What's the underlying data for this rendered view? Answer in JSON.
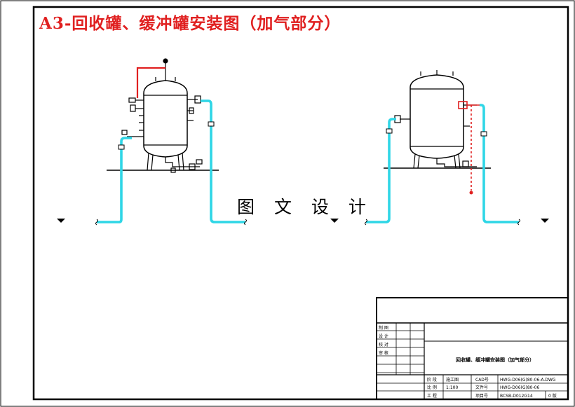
{
  "title": "A3-回收罐、缓冲罐安装图（加气部分）",
  "watermark": "图 文 设 计",
  "colors": {
    "title_red": "#e02020",
    "pipe_cyan": "#2fd6e6",
    "pipe_red": "#e02020",
    "line_black": "#000000"
  },
  "title_block": {
    "row_labels": [
      "制 图",
      "设 计",
      "校 对",
      "审 核"
    ],
    "drawing_name": "回收罐、缓冲罐安装图（加气部分）",
    "stage_label": "阶 段",
    "stage_value": "施工图",
    "scale_label": "比 例",
    "scale_value": "1:100",
    "cad_label": "CAD号",
    "cad_value": "HWG-D06(G)80-06-A.DWG",
    "file_label": "文件号",
    "file_value": "HWG-D06(G)80-06",
    "project_label": "工 程",
    "project_value": "BCSB-D012G14",
    "code_label": "项目号",
    "sheet_value": "0 版"
  }
}
